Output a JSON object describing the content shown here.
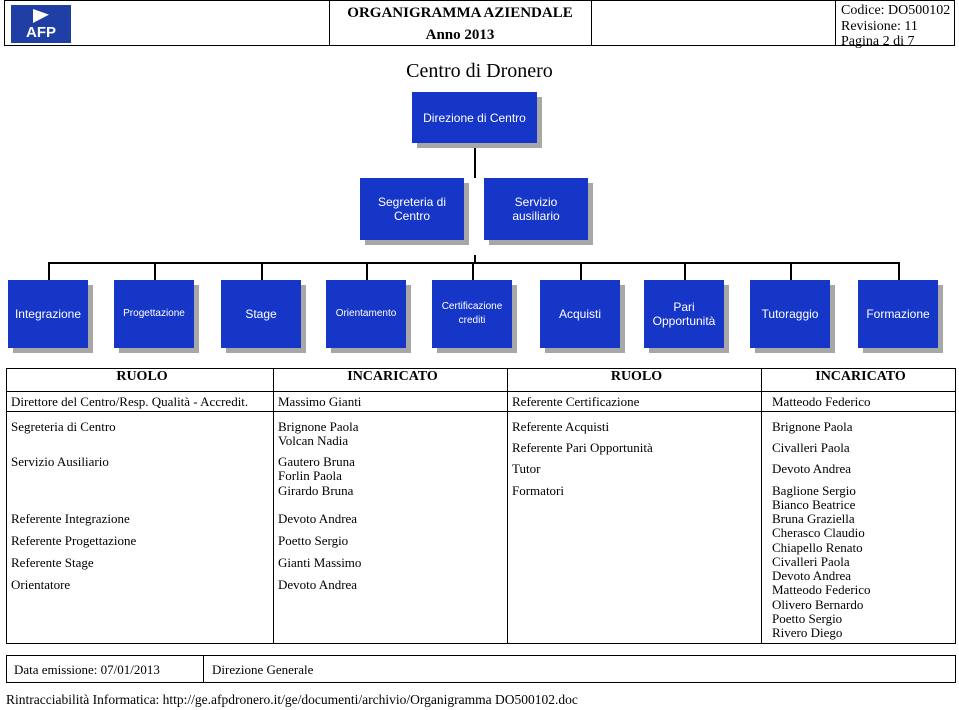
{
  "header": {
    "logo_text": "AFP",
    "title": "ORGANIGRAMMA AZIENDALE",
    "year": "Anno 2013",
    "code": "Codice: DO500102",
    "revision": "Revisione: 11",
    "page": "Pagina 2 di 7"
  },
  "page_title": "Centro di Dronero",
  "org": {
    "top": "Direzione di Centro",
    "level2": [
      {
        "line1": "Segreteria di",
        "line2": "Centro"
      },
      {
        "line1": "Servizio",
        "line2": "ausiliario"
      }
    ],
    "level3": [
      {
        "line1": "Integrazione",
        "line2": ""
      },
      {
        "line1": "Progettazione",
        "line2": ""
      },
      {
        "line1": "Stage",
        "line2": ""
      },
      {
        "line1": "Orientamento",
        "line2": ""
      },
      {
        "line1": "Certificazione",
        "line2": "crediti"
      },
      {
        "line1": "Acquisti",
        "line2": ""
      },
      {
        "line1": "Pari",
        "line2": "Opportunità"
      },
      {
        "line1": "Tutoraggio",
        "line2": ""
      },
      {
        "line1": "Formazione",
        "line2": ""
      }
    ]
  },
  "table": {
    "headers": [
      "RUOLO",
      "INCARICATO",
      "RUOLO",
      "INCARICATO"
    ],
    "row1": [
      "Direttore del Centro/Resp. Qualità - Accredit.",
      "Massimo Gianti",
      "Referente Certificazione",
      "Matteodo Federico"
    ],
    "col1": [
      "Segreteria di Centro",
      "Servizio Ausiliario",
      "Referente Integrazione",
      "Referente Progettazione",
      "Referente Stage",
      "Orientatore"
    ],
    "col2": [
      "Brignone Paola",
      "Volcan Nadia",
      "Gautero Bruna",
      "Forlin Paola",
      "Girardo Bruna",
      "Devoto Andrea",
      "Poetto Sergio",
      "Gianti Massimo",
      "Devoto Andrea"
    ],
    "col3": [
      "Referente Acquisti",
      "Referente Pari Opportunità",
      "Tutor",
      "Formatori"
    ],
    "col4": [
      "Brignone Paola",
      "Civalleri Paola",
      "Devoto Andrea",
      "Baglione Sergio",
      "Bianco Beatrice",
      "Bruna Graziella",
      "Cherasco Claudio",
      "Chiapello Renato",
      "Civalleri Paola",
      "Devoto Andrea",
      "Matteodo Federico",
      "Olivero Bernardo",
      "Poetto Sergio",
      "Rivero Diego"
    ]
  },
  "footer": {
    "date": "Data emissione: 07/01/2013",
    "issuer": "Direzione Generale"
  },
  "traceability": "Rintracciabilità Informatica: http://ge.afpdronero.it/ge/documenti/archivio/Organigramma DO500102.doc"
}
